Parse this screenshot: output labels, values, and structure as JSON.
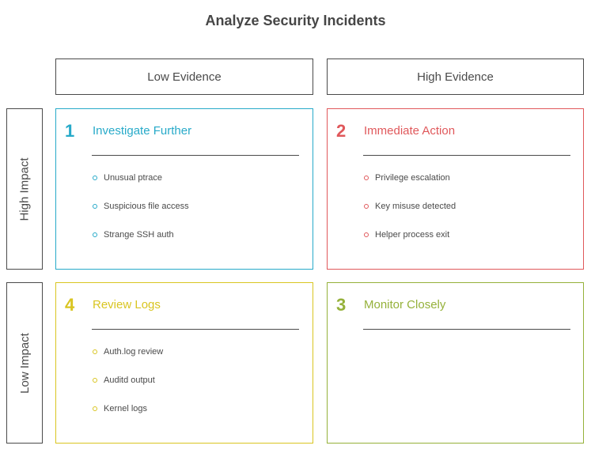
{
  "title": "Analyze Security Incidents",
  "columns": [
    "Low Evidence",
    "High Evidence"
  ],
  "rows": [
    "High Impact",
    "Low Impact"
  ],
  "quadrants": [
    {
      "number": "1",
      "title": "Investigate Further",
      "color": "#27aac9",
      "items": [
        "Unusual ptrace",
        "Suspicious file access",
        "Strange SSH auth"
      ]
    },
    {
      "number": "2",
      "title": "Immediate Action",
      "color": "#e0585b",
      "items": [
        "Privilege escalation",
        "Key misuse detected",
        "Helper process exit"
      ]
    },
    {
      "number": "4",
      "title": "Review Logs",
      "color": "#d9c521",
      "items": [
        "Auth.log review",
        "Auditd output",
        "Kernel logs"
      ]
    },
    {
      "number": "3",
      "title": "Monitor Closely",
      "color": "#95b13a",
      "items": []
    }
  ]
}
